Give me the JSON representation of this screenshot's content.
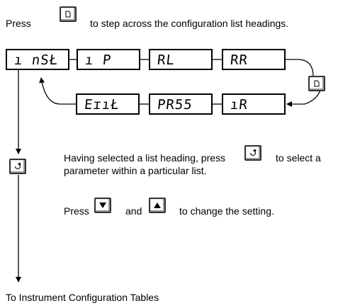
{
  "intro": {
    "before": "Press",
    "after": "to step across the configuration list headings.",
    "key_icon": "page-icon"
  },
  "row1": [
    {
      "id": "inst",
      "label": "ı nSŁ"
    },
    {
      "id": "ip",
      "label": "ı P"
    },
    {
      "id": "al",
      "label": "RL"
    },
    {
      "id": "aa",
      "label": "RR"
    }
  ],
  "row2": [
    {
      "id": "exit",
      "label": "EɪıŁ"
    },
    {
      "id": "pass",
      "label": "PR55"
    },
    {
      "id": "ia",
      "label": "ıR"
    }
  ],
  "loop_key_icon": "page-icon",
  "side_key_icon": "scroll-icon",
  "para1": {
    "before": "Having selected a list heading, press",
    "after": "to select a",
    "line2": "parameter within a particular list.",
    "key_icon": "scroll-icon"
  },
  "para2": {
    "before": "Press",
    "middle": "and",
    "after": "to change the setting.",
    "down_icon": "down-arrow-icon",
    "up_icon": "up-arrow-icon"
  },
  "footer": "To Instrument Configuration Tables"
}
